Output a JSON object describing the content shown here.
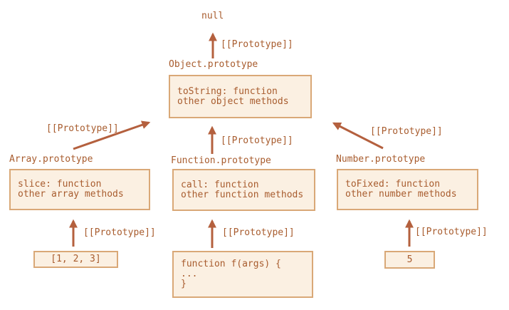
{
  "colors": {
    "text_color": "#a85c2e",
    "arrow_color": "#b4603e",
    "box_border": "#d9a877",
    "box_fill": "#fbf0e2",
    "bg_color": "#ffffff"
  },
  "diagram": {
    "root_label": "null",
    "nodes": {
      "object_prototype": {
        "title": "Object.prototype",
        "lines": [
          "toString: function",
          "other object methods"
        ]
      },
      "array_prototype": {
        "title": "Array.prototype",
        "lines": [
          "slice: function",
          "other array methods"
        ]
      },
      "function_prototype": {
        "title": "Function.prototype",
        "lines": [
          "call: function",
          "other function methods"
        ]
      },
      "number_prototype": {
        "title": "Number.prototype",
        "lines": [
          "toFixed: function",
          "other number methods"
        ]
      },
      "array_instance": {
        "lines": [
          "[1, 2, 3]"
        ]
      },
      "function_instance": {
        "lines": [
          "function f(args) {",
          "...",
          "}"
        ]
      },
      "number_instance": {
        "lines": [
          "5"
        ]
      }
    },
    "edges": [
      {
        "from": "Object.prototype",
        "to": "null",
        "label": "[[Prototype]]"
      },
      {
        "from": "Array.prototype",
        "to": "Object.prototype",
        "label": "[[Prototype]]"
      },
      {
        "from": "Function.prototype",
        "to": "Object.prototype",
        "label": "[[Prototype]]"
      },
      {
        "from": "Number.prototype",
        "to": "Object.prototype",
        "label": "[[Prototype]]"
      },
      {
        "from": "[1, 2, 3]",
        "to": "Array.prototype",
        "label": "[[Prototype]]"
      },
      {
        "from": "function f(args)",
        "to": "Function.prototype",
        "label": "[[Prototype]]"
      },
      {
        "from": "5",
        "to": "Number.prototype",
        "label": "[[Prototype]]"
      }
    ]
  }
}
